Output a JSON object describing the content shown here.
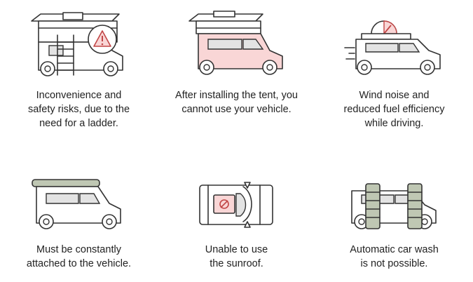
{
  "items": [
    {
      "icon": "rooftop-tent-ladder-warning-icon",
      "lines": [
        "Inconvenience and",
        "safety risks, due to the",
        "need for a ladder."
      ]
    },
    {
      "icon": "rooftop-tent-immobile-vehicle-icon",
      "lines": [
        "After installing the tent, you",
        "cannot use your vehicle."
      ]
    },
    {
      "icon": "wind-noise-fuel-gauge-icon",
      "lines": [
        "Wind noise and",
        "reduced fuel efficiency",
        "while driving."
      ]
    },
    {
      "icon": "permanently-attached-roof-box-icon",
      "lines": [
        "Must be constantly",
        "attached to the vehicle."
      ]
    },
    {
      "icon": "sunroof-blocked-icon",
      "lines": [
        "Unable to use",
        "the sunroof."
      ]
    },
    {
      "icon": "car-wash-brushes-icon",
      "lines": [
        "Automatic car wash",
        "is not possible."
      ]
    }
  ],
  "colors": {
    "outline": "#333333",
    "highlight_pink": "#f9d6d6",
    "warning_red": "#c14646",
    "roofbox_green": "#bfc7b3",
    "window_grey": "#e3e3e3"
  }
}
